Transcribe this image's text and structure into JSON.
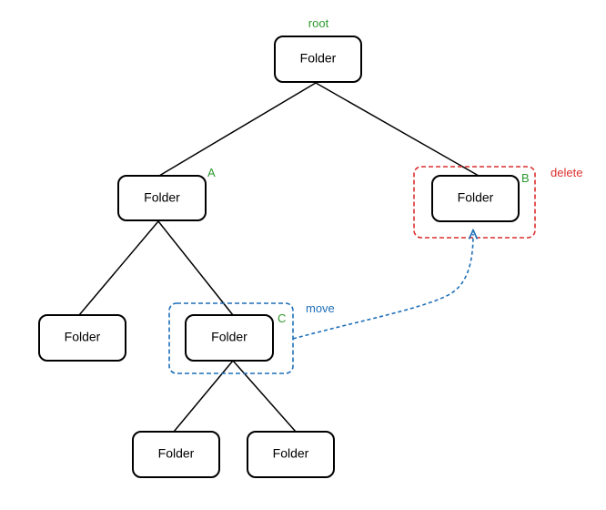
{
  "colors": {
    "green": "#2e9a2e",
    "red": "#dc2f2f",
    "blue": "#1e6fb8",
    "line": "#000000"
  },
  "labels": {
    "root": "root",
    "a": "A",
    "b": "B",
    "c": "C",
    "delete": "delete",
    "move": "move"
  },
  "nodes": {
    "root": "Folder",
    "a": "Folder",
    "b": "Folder",
    "a_left": "Folder",
    "c": "Folder",
    "c_left": "Folder",
    "c_right": "Folder"
  }
}
